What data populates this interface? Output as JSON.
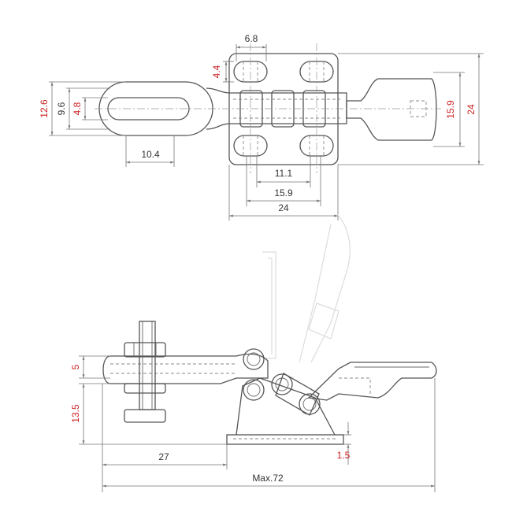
{
  "top_view": {
    "dims": {
      "d_6_8": "6.8",
      "d_4_4": "4.4",
      "d_12_6": "12.6",
      "d_9_6": "9.6",
      "d_4_8": "4.8",
      "d_10_4": "10.4",
      "d_11_1": "11.1",
      "d_15_9_bottom": "15.9",
      "d_24_bottom": "24",
      "d_15_9_right": "15.9",
      "d_24_right": "24"
    }
  },
  "side_view": {
    "dims": {
      "d_5": "5",
      "d_13_5": "13.5",
      "d_27": "27",
      "d_1_5": "1.5",
      "d_max72": "Max.72"
    }
  },
  "colors": {
    "dimension_red": "#cc1f1f",
    "dimension_dark": "#333333",
    "line": "#555555"
  }
}
